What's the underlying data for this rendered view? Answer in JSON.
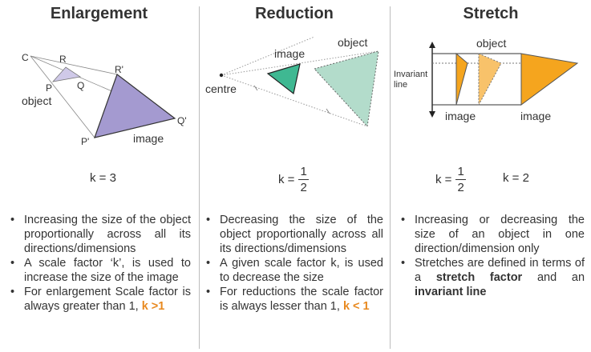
{
  "colors": {
    "enlarge_fill": "#a49ad0",
    "reduce_fill": "#3fb892",
    "reduce_object_fill": "#b3dccb",
    "stretch_fill": "#f5a51e",
    "highlight": "#e8891f",
    "separator": "#bdbdbd",
    "text": "#333333"
  },
  "enlargement": {
    "title": "Enlargement",
    "labels": {
      "c": "C",
      "r": "R",
      "p": "P",
      "q": "Q",
      "object": "object",
      "r_prime": "R'",
      "q_prime": "Q'",
      "p_prime": "P'",
      "image": "image"
    },
    "k_text": "k = 3",
    "bullets": [
      {
        "text": "Increasing the size of the object proportionally across all its directions/dimensions"
      },
      {
        "text": "A scale factor ‘k’, is used to increase the size of the image"
      },
      {
        "text": "For enlargement Scale factor is always greater than 1,",
        "highlight": "k >1"
      }
    ]
  },
  "reduction": {
    "title": "Reduction",
    "labels": {
      "image": "image",
      "object": "object",
      "centre": "centre"
    },
    "k_prefix": "k =",
    "k_num": "1",
    "k_den": "2",
    "bullets": [
      {
        "text": "Decreasing the size of the object proportionally across all its directions/dimensions"
      },
      {
        "text": "A given scale factor k, is used to decrease the size"
      },
      {
        "text": "For reductions the scale factor is always lesser than 1,",
        "highlight": "k < 1"
      }
    ]
  },
  "stretch": {
    "title": "Stretch",
    "labels": {
      "object": "object",
      "invariant_line_1": "Invariant",
      "invariant_line_2": "line",
      "image_left": "image",
      "image_right": "image"
    },
    "k1_prefix": "k =",
    "k1_num": "1",
    "k1_den": "2",
    "k2_text": "k = 2",
    "bullets": [
      {
        "text": "Increasing or decreasing the size of an object in one direction/dimension only"
      },
      {
        "pre": "Stretches are defined in terms of a",
        "bold1": "stretch factor",
        "mid": "and an",
        "bold2": "invariant line"
      }
    ]
  }
}
